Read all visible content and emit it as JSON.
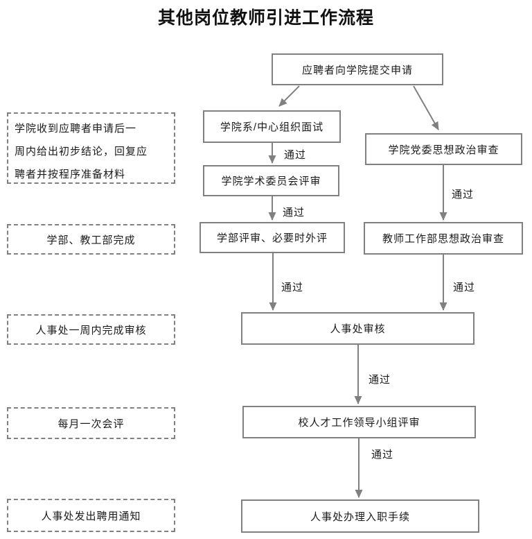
{
  "page_title": "其他岗位教师引进工作流程",
  "diagram_type": "flowchart",
  "colors": {
    "box_border": "#808080",
    "note_border": "#808080",
    "arrow": "#808080",
    "text": "#1a1a1a"
  },
  "nodes": {
    "apply": {
      "label": "应聘者向学院提交申请"
    },
    "interview": {
      "label": "学院系/中心组织面试"
    },
    "party_review": {
      "label": "学院党委思想政治审查"
    },
    "academic_review": {
      "label": "学院学术委员会评审"
    },
    "division_review": {
      "label": "学部评审、必要时外评"
    },
    "teacher_dept_review": {
      "label": "教师工作部思想政治审查"
    },
    "hr_review": {
      "label": "人事处审核"
    },
    "talent_group_review": {
      "label": "校人才工作领导小组评审"
    },
    "onboarding": {
      "label": "人事处办理入职手续"
    }
  },
  "edge_labels": {
    "pass": "通过"
  },
  "edges": [
    {
      "from": "apply",
      "to": "interview",
      "label": ""
    },
    {
      "from": "apply",
      "to": "party_review",
      "label": ""
    },
    {
      "from": "interview",
      "to": "academic_review",
      "label": "通过"
    },
    {
      "from": "academic_review",
      "to": "division_review",
      "label": "通过"
    },
    {
      "from": "party_review",
      "to": "teacher_dept_review",
      "label": "通过"
    },
    {
      "from": "division_review",
      "to": "hr_review",
      "label": "通过"
    },
    {
      "from": "teacher_dept_review",
      "to": "hr_review",
      "label": "通过"
    },
    {
      "from": "hr_review",
      "to": "talent_group_review",
      "label": "通过"
    },
    {
      "from": "talent_group_review",
      "to": "onboarding",
      "label": "通过"
    }
  ],
  "notes": {
    "college_response": {
      "lines": [
        "学院收到应聘者申请后一",
        "周内给出初步结论，回复应",
        "聘者并按程序准备材料"
      ]
    },
    "division_dept_done": {
      "text": "学部、教工部完成"
    },
    "hr_one_week": {
      "text": "人事处一周内完成审核"
    },
    "monthly_meeting": {
      "text": "每月一次会评"
    },
    "hr_offer_notice": {
      "text": "人事处发出聘用通知"
    }
  }
}
